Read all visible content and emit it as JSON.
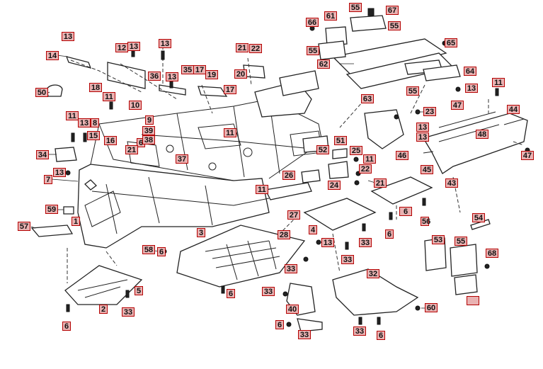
{
  "diagram": {
    "callouts": [
      {
        "id": "c13a",
        "text": "13"
      },
      {
        "id": "c14",
        "text": "14"
      },
      {
        "id": "c12",
        "text": "12"
      },
      {
        "id": "c13b",
        "text": "13"
      },
      {
        "id": "c13c",
        "text": "13"
      },
      {
        "id": "c21a",
        "text": "21"
      },
      {
        "id": "c22a",
        "text": "22"
      },
      {
        "id": "c20",
        "text": "20"
      },
      {
        "id": "c18",
        "text": "18"
      },
      {
        "id": "c36",
        "text": "36"
      },
      {
        "id": "c13d",
        "text": "13"
      },
      {
        "id": "c35",
        "text": "35"
      },
      {
        "id": "c17a",
        "text": "17"
      },
      {
        "id": "c19",
        "text": "19"
      },
      {
        "id": "c17b",
        "text": "17"
      },
      {
        "id": "c50",
        "text": "50"
      },
      {
        "id": "c11a",
        "text": "11"
      },
      {
        "id": "c10",
        "text": "10"
      },
      {
        "id": "c9",
        "text": "9"
      },
      {
        "id": "c8",
        "text": "8"
      },
      {
        "id": "c11b",
        "text": "11"
      },
      {
        "id": "c13e",
        "text": "13"
      },
      {
        "id": "c39",
        "text": "39"
      },
      {
        "id": "c6a",
        "text": "6"
      },
      {
        "id": "c38",
        "text": "38"
      },
      {
        "id": "c15",
        "text": "15"
      },
      {
        "id": "c16",
        "text": "16"
      },
      {
        "id": "c21b",
        "text": "21"
      },
      {
        "id": "c37",
        "text": "37"
      },
      {
        "id": "c11c",
        "text": "11"
      },
      {
        "id": "c34",
        "text": "34"
      },
      {
        "id": "c13f",
        "text": "13"
      },
      {
        "id": "c7",
        "text": "7"
      },
      {
        "id": "c59",
        "text": "59"
      },
      {
        "id": "c57",
        "text": "57"
      },
      {
        "id": "c1",
        "text": "1"
      },
      {
        "id": "c58",
        "text": "58"
      },
      {
        "id": "c6b",
        "text": "6"
      },
      {
        "id": "c3",
        "text": "3"
      },
      {
        "id": "c6c",
        "text": "6"
      },
      {
        "id": "c5",
        "text": "5"
      },
      {
        "id": "c2",
        "text": "2"
      },
      {
        "id": "c33a",
        "text": "33"
      },
      {
        "id": "c6d",
        "text": "6"
      },
      {
        "id": "c51",
        "text": "51"
      },
      {
        "id": "c52",
        "text": "52"
      },
      {
        "id": "c25",
        "text": "25"
      },
      {
        "id": "c11d",
        "text": "11"
      },
      {
        "id": "c22b",
        "text": "22"
      },
      {
        "id": "c26",
        "text": "26"
      },
      {
        "id": "c24",
        "text": "24"
      },
      {
        "id": "c21c",
        "text": "21"
      },
      {
        "id": "c11e",
        "text": "11"
      },
      {
        "id": "c27",
        "text": "27"
      },
      {
        "id": "c4",
        "text": "4"
      },
      {
        "id": "c28",
        "text": "28"
      },
      {
        "id": "c13g",
        "text": "13"
      },
      {
        "id": "c33b",
        "text": "33"
      },
      {
        "id": "c33c",
        "text": "33"
      },
      {
        "id": "c32",
        "text": "32"
      },
      {
        "id": "c33d",
        "text": "33"
      },
      {
        "id": "c40",
        "text": "40"
      },
      {
        "id": "c6e",
        "text": "6"
      },
      {
        "id": "c33e",
        "text": "33"
      },
      {
        "id": "c33f",
        "text": "33"
      },
      {
        "id": "c6f",
        "text": "6"
      },
      {
        "id": "c33g",
        "text": "33"
      },
      {
        "id": "c60",
        "text": "60"
      },
      {
        "id": "c55a",
        "text": "55"
      },
      {
        "id": "c67",
        "text": "67"
      },
      {
        "id": "c61",
        "text": "61"
      },
      {
        "id": "c55b",
        "text": "55"
      },
      {
        "id": "c66",
        "text": "66"
      },
      {
        "id": "c55c",
        "text": "55"
      },
      {
        "id": "c65",
        "text": "65"
      },
      {
        "id": "c62",
        "text": "62"
      },
      {
        "id": "c64",
        "text": "64"
      },
      {
        "id": "c63",
        "text": "63"
      },
      {
        "id": "c55d",
        "text": "55"
      },
      {
        "id": "c13h",
        "text": "13"
      },
      {
        "id": "c11f",
        "text": "11"
      },
      {
        "id": "c23",
        "text": "23"
      },
      {
        "id": "c46",
        "text": "46"
      },
      {
        "id": "c47a",
        "text": "47"
      },
      {
        "id": "c44",
        "text": "44"
      },
      {
        "id": "c13i",
        "text": "13"
      },
      {
        "id": "c48",
        "text": "48"
      },
      {
        "id": "c13j",
        "text": "13"
      },
      {
        "id": "c47b",
        "text": "47"
      },
      {
        "id": "c45",
        "text": "45"
      },
      {
        "id": "c43",
        "text": "43"
      },
      {
        "id": "c6g",
        "text": "6"
      },
      {
        "id": "c6h",
        "text": "6"
      },
      {
        "id": "c56",
        "text": "56"
      },
      {
        "id": "c54",
        "text": "54"
      },
      {
        "id": "c53",
        "text": "53"
      },
      {
        "id": "c55e",
        "text": "55"
      },
      {
        "id": "c68",
        "text": "68"
      }
    ]
  }
}
